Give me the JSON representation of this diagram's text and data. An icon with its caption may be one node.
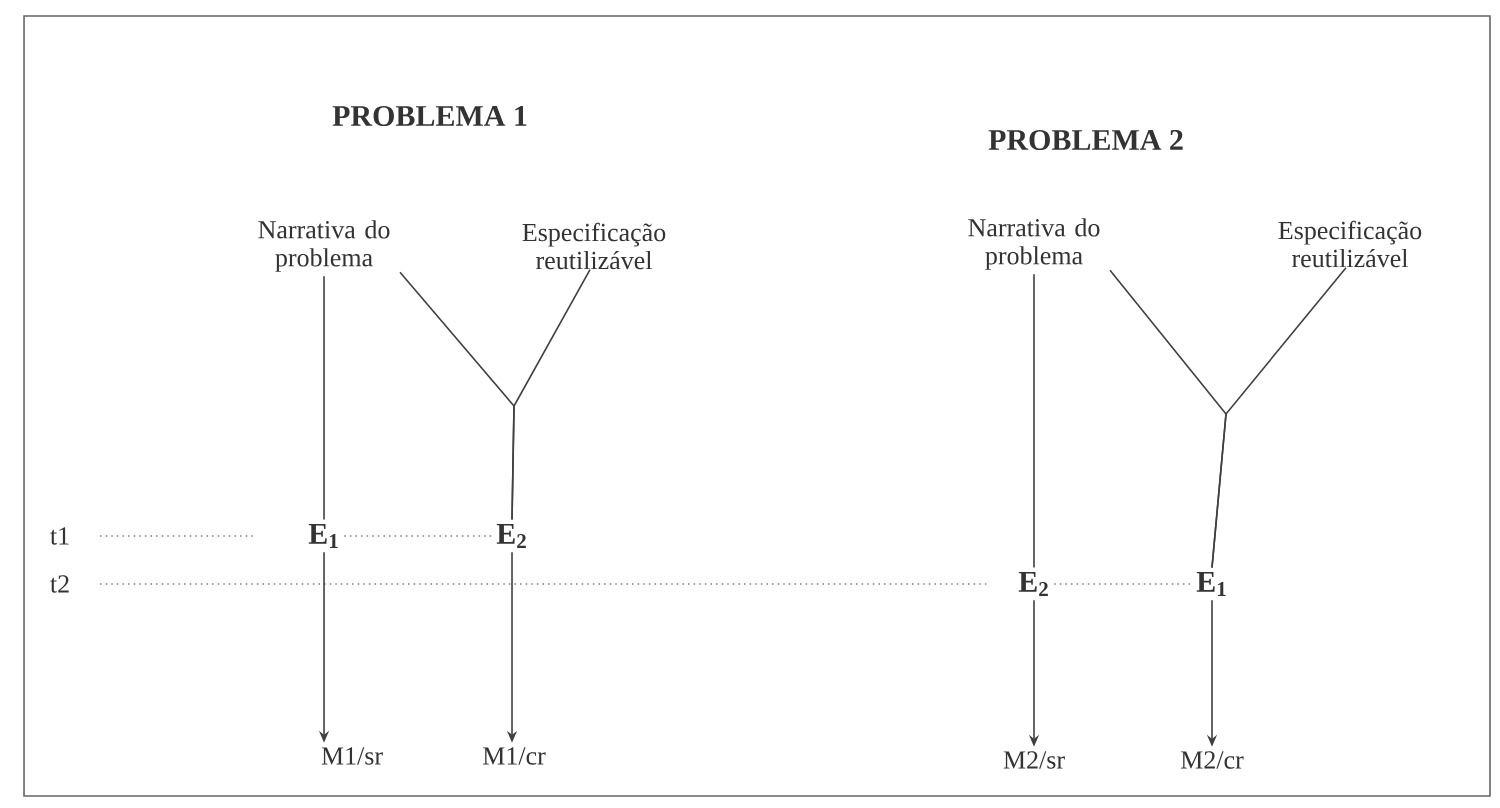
{
  "diagram": {
    "nodes": [
      {
        "text": [
          "Narrativa do problema"
        ]
      },
      {
        "text": [
          "Especificação reutilizável"
        ]
      },
      {
        "text": [
          "E$_{1}$"
        ]
      },
      {
        "text": [
          "E$_{2}$"
        ]
      },
      {
        "text": [
          "M1/sr"
        ]
      },
      {
        "text": [
          "M1/cr"
        ]
      },
      {
        "text": [
          "Narrativa do problema"
        ]
      },
      {
        "text": [
          "Especificação reutilizável"
        ]
      },
      {
        "text": [
          "E$_{2}$"
        ]
      },
      {
        "text": [
          "E$_{1}$"
        ]
      },
      {
        "text": [
          "M2/sr"
        ]
      },
      {
        "text": [
          "M2/cr"
        ]
      }
    ],
    "edges": [
      {
        "from": 0,
        "to": 2,
        "arrow": "none"
      },
      {
        "from": 0,
        "to": 3,
        "arrow": "none"
      },
      {
        "from": 1,
        "to": 3,
        "arrow": "none"
      },
      {
        "from": 2,
        "to": 4,
        "arrow": "to"
      },
      {
        "from": 3,
        "to": 5,
        "arrow": "to"
      },
      {
        "from": 6,
        "to": 8,
        "arrow": "none"
      },
      {
        "from": 6,
        "to": 9,
        "arrow": "none"
      },
      {
        "from": 7,
        "to": 9,
        "arrow": "none"
      },
      {
        "from": 8,
        "to": 10,
        "arrow": "to"
      },
      {
        "from": 9,
        "to": 11,
        "arrow": "to"
      },
      {
        "from": 2,
        "to": 3,
        "arrow": "none",
        "style": "dashed"
      },
      {
        "from": 8,
        "to": 9,
        "arrow": "none",
        "style": "dashed"
      }
    ],
    "labels": [
      "PROBLEMA 1",
      "PROBLEMA 2",
      "t1",
      "t2"
    ]
  }
}
